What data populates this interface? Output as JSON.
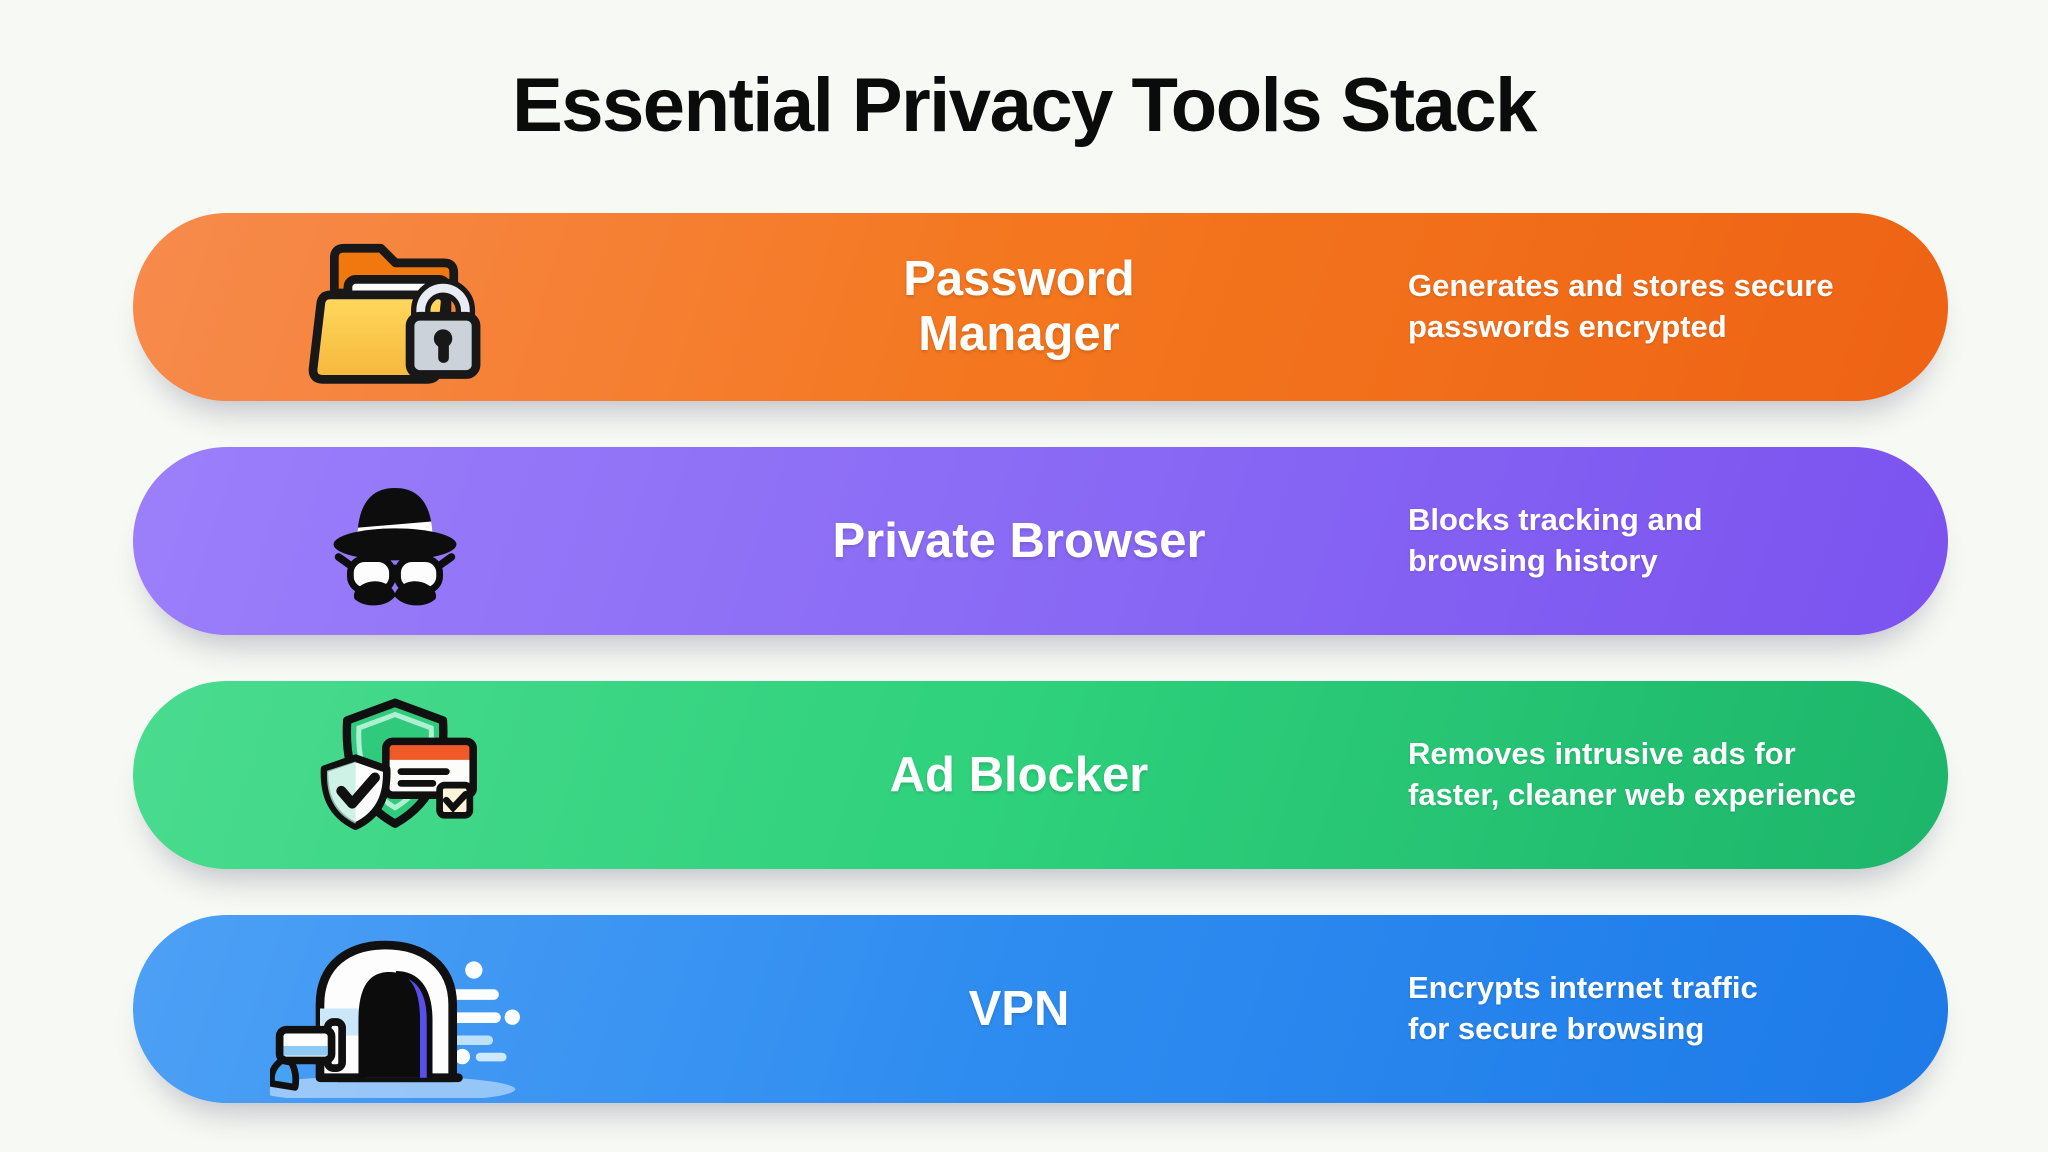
{
  "page": {
    "title": "Essential Privacy Tools Stack",
    "background_color": "#f7f9f4",
    "title_color": "#0b0b0b",
    "text_color": "#ffffff"
  },
  "tools": [
    {
      "name": "Password\nManager",
      "description": "Generates and stores secure\npasswords encrypted",
      "icon": "folder-lock-icon",
      "color_start": "#f78b4d",
      "color_mid": "#f4771f",
      "color_end": "#ee6314"
    },
    {
      "name": "Private Browser",
      "description": "Blocks tracking and\nbrowsing history",
      "icon": "incognito-icon",
      "color_start": "#9b7ffa",
      "color_mid": "#8a6bf5",
      "color_end": "#7b52ef"
    },
    {
      "name": "Ad Blocker",
      "description": "Removes intrusive ads for\nfaster, cleaner web experience",
      "icon": "adblock-shield-icon",
      "color_start": "#4adb8f",
      "color_mid": "#2ed17c",
      "color_end": "#1db56a"
    },
    {
      "name": "VPN",
      "description": "Encrypts internet traffic\nfor secure browsing",
      "icon": "vpn-tunnel-icon",
      "color_start": "#4da0f5",
      "color_mid": "#2e8cf0",
      "color_end": "#1d7ae8"
    }
  ]
}
